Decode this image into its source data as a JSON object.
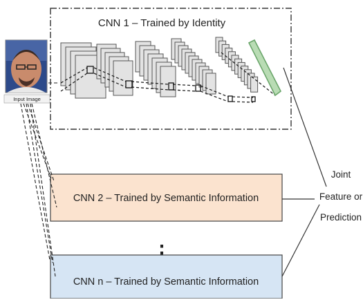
{
  "input": {
    "label": "Input Image"
  },
  "cnn1": {
    "title": "CNN 1  –  Trained by Identity"
  },
  "cnn2": {
    "title": "CNN 2  –  Trained by Semantic Information",
    "fill": "#fbe3cf"
  },
  "cnnn": {
    "title": "CNN n  –  Trained by Semantic Information",
    "fill": "#d6e5f4"
  },
  "ellipsis": "⋮",
  "output": {
    "line1": "Joint",
    "line2": "Feature or",
    "line3": "Prediction"
  },
  "colors": {
    "dash_box": "#333333",
    "layer_fill": "#e3e3e3",
    "layer_stroke": "#555555",
    "fc_layer": "#6aa56a"
  }
}
